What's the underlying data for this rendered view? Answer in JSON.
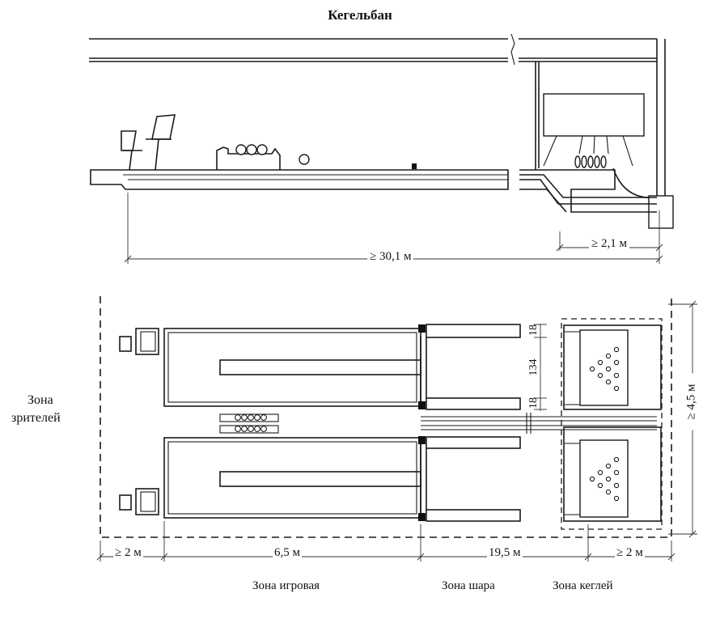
{
  "title": "Кегельбан",
  "section": {
    "total_length": "≥ 30,1 м",
    "pit_depth": "≥ 2,1 м"
  },
  "plan": {
    "spectator_zone": [
      "Зона",
      "зрителей"
    ],
    "width": "≥ 4,5 м",
    "gutter_top": "18",
    "lane_width": "134",
    "gutter_bottom": "18",
    "dims": [
      "≥ 2 м",
      "6,5 м",
      "19,5 м",
      "≥ 2 м"
    ]
  },
  "zones": [
    "Зона игровая",
    "Зона шара",
    "Зона кеглей"
  ]
}
